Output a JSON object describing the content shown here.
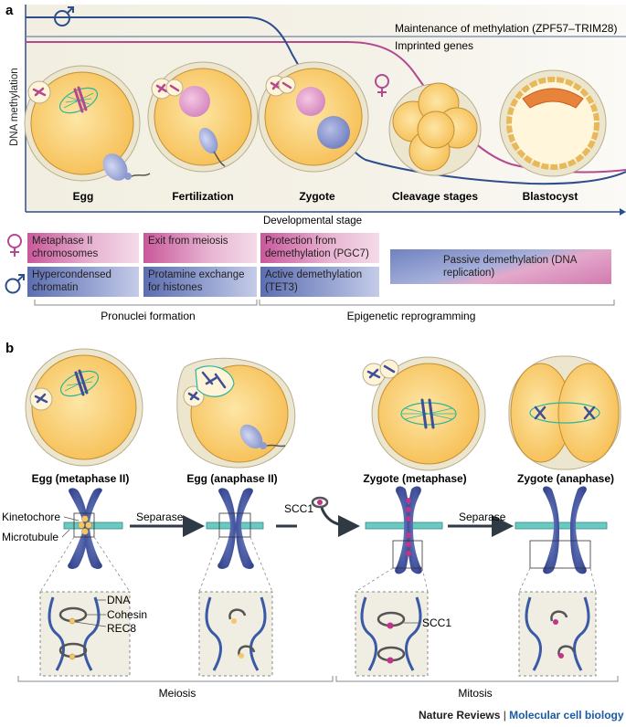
{
  "panel_a": {
    "label": "a",
    "y_axis": "DNA methylation",
    "x_axis": "Developmental stage",
    "line_labels": {
      "maintenance": "Maintenance of methylation (ZPF57–TRIM28)",
      "imprinted": "Imprinted genes"
    },
    "stages": [
      "Egg",
      "Fertilization",
      "Zygote",
      "Cleavage stages",
      "Blastocyst"
    ],
    "female_symbol": "♀",
    "male_symbol": "♂",
    "female_boxes": [
      "Metaphase II chromosomes",
      "Exit from meiosis",
      "Protection from demethylation (PGC7)"
    ],
    "male_boxes": [
      "Hypercondensed chromatin",
      "Protamine exchange for histones",
      "Active demethylation (TET3)"
    ],
    "passive_box": "Passive demethylation (DNA replication)",
    "brackets": [
      "Pronuclei formation",
      "Epigenetic reprogramming"
    ]
  },
  "panel_b": {
    "label": "b",
    "cells": [
      "Egg (metaphase II)",
      "Egg (anaphase II)",
      "Zygote (metaphase)",
      "Zygote (anaphase)"
    ],
    "labels": {
      "kinetochore": "Kinetochore",
      "microtubule": "Microtubule",
      "separase_1": "Separase",
      "scc1_top": "SCC1",
      "separase_2": "Separase",
      "dna": "DNA",
      "cohesin": "Cohesin",
      "rec8": "REC8",
      "scc1_inset": "SCC1"
    },
    "brackets": [
      "Meiosis",
      "Mitosis"
    ]
  },
  "footer": {
    "journal": "Nature Reviews",
    "separator": " | ",
    "section": "Molecular cell biology"
  },
  "colors": {
    "blue": "#2e4d8e",
    "pink": "#b4498f",
    "cell_fill": "#f9c867",
    "zona": "#ece6d3",
    "chromosome": "#3e4f97",
    "spindle": "#2bb59a"
  }
}
